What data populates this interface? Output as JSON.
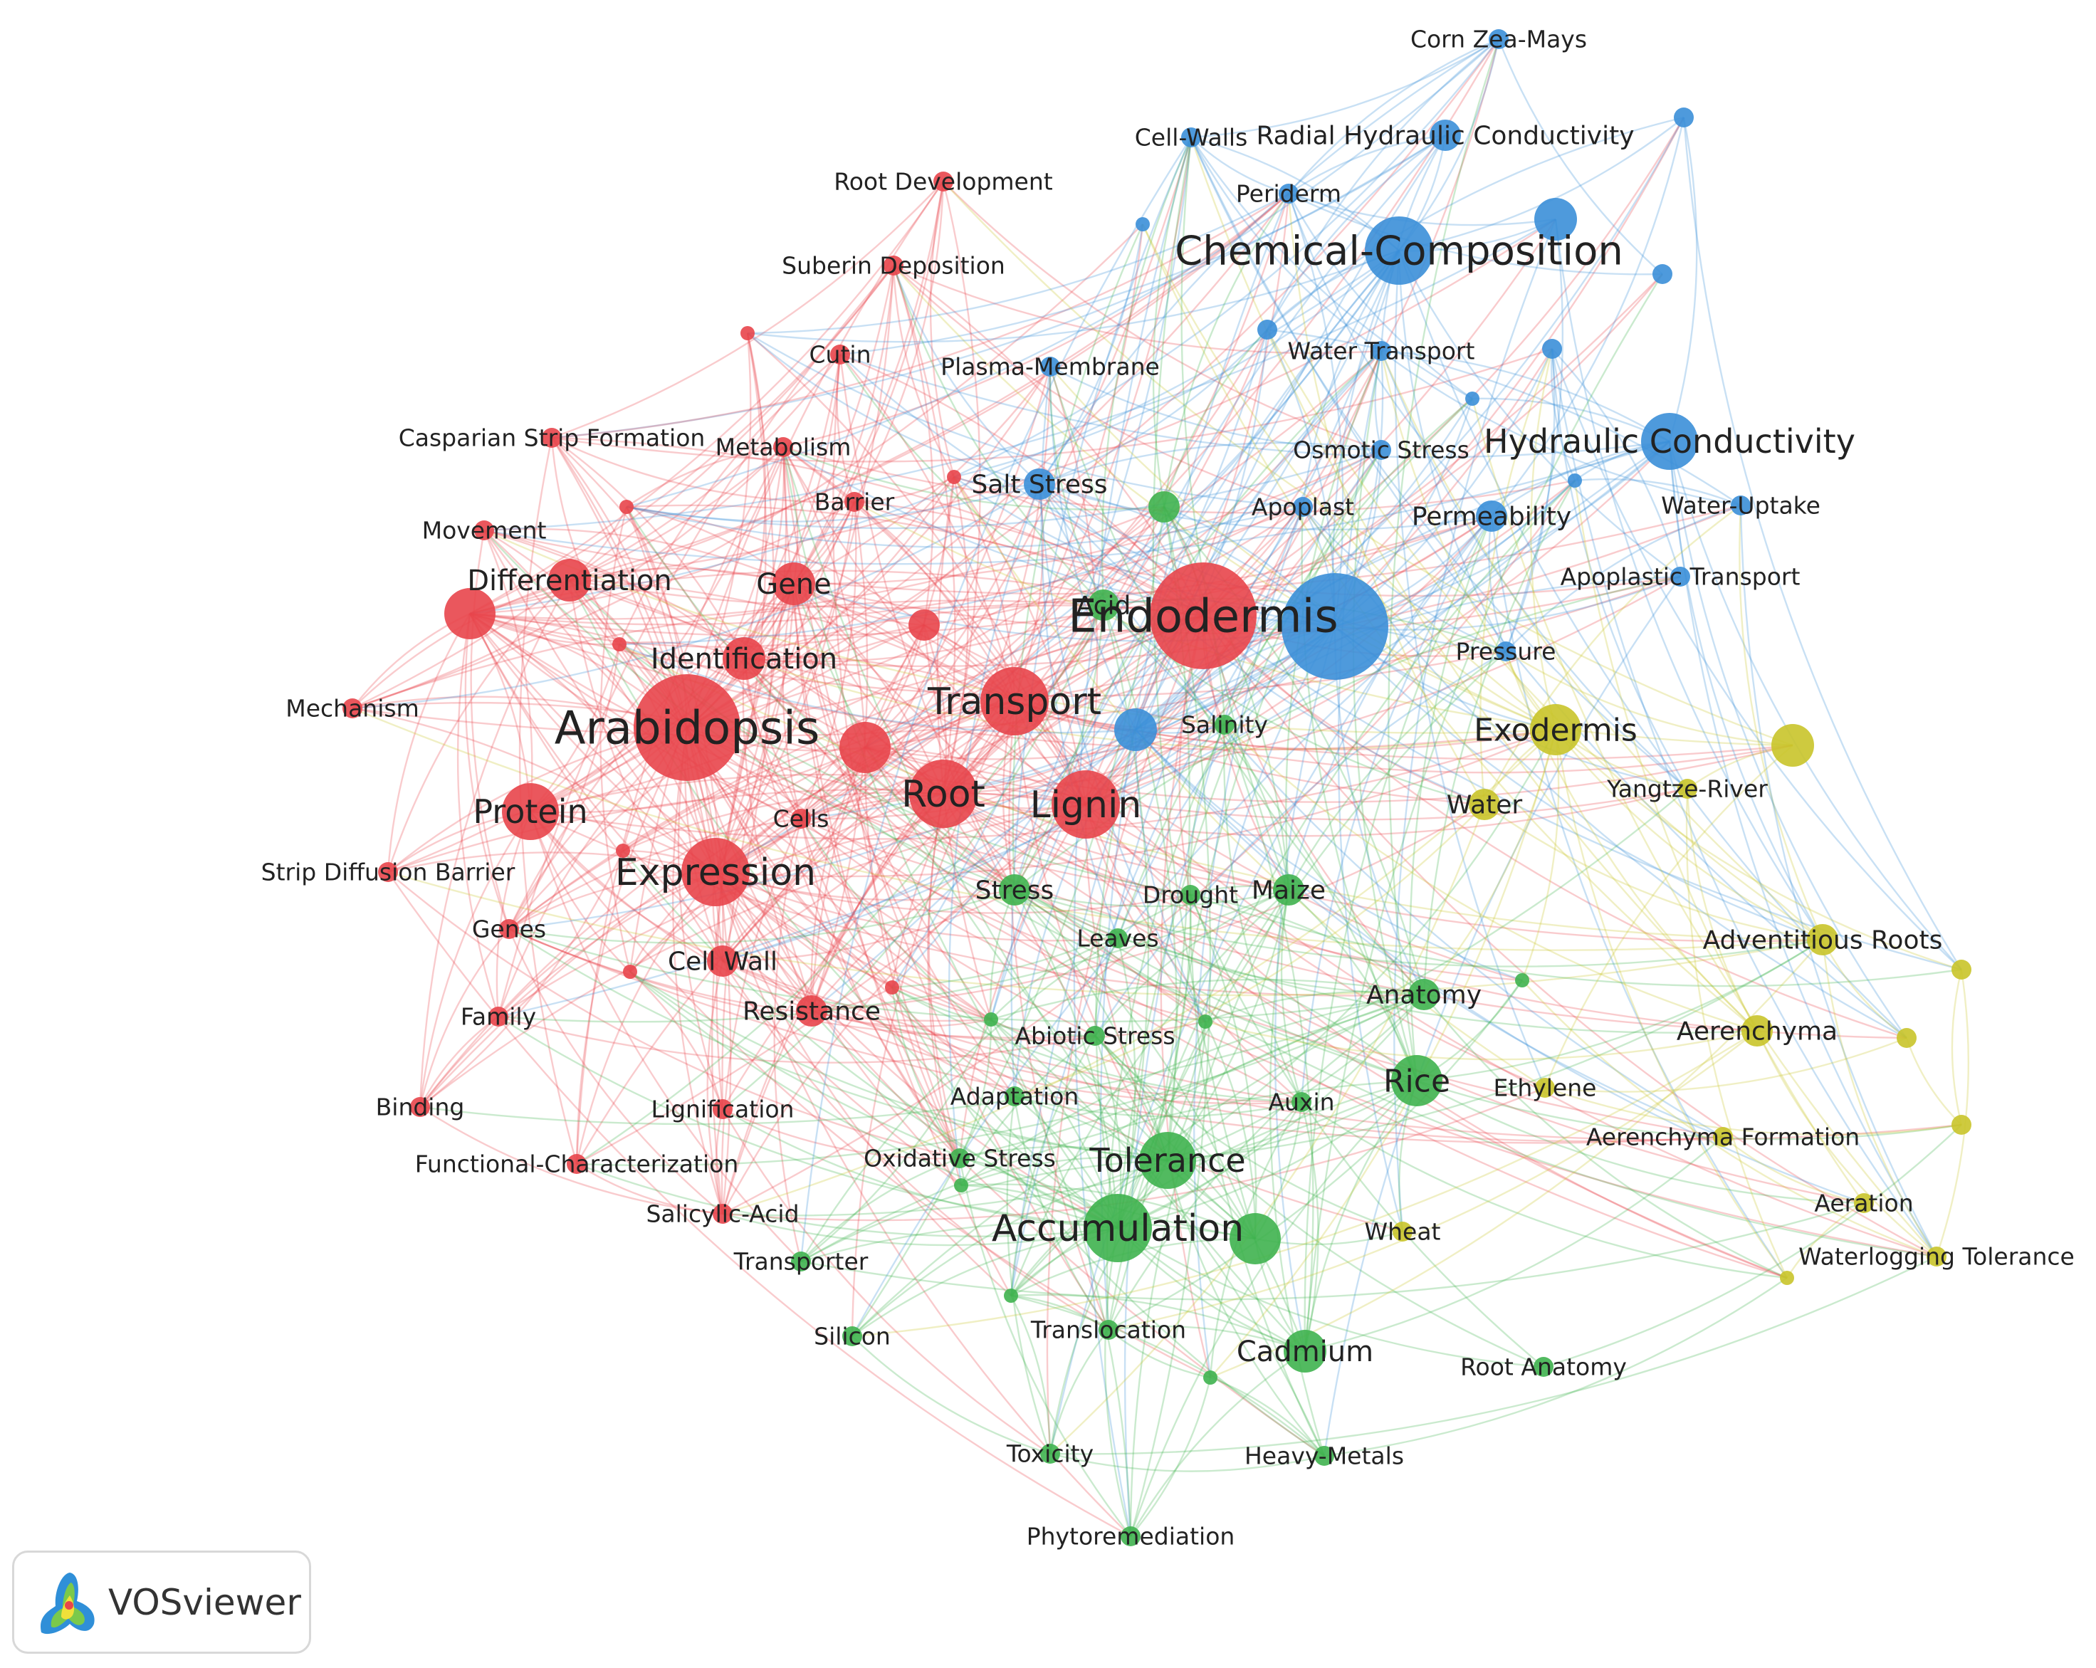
{
  "colors": {
    "red": "#e8454b",
    "blue": "#3b8fd8",
    "green": "#3fb34f",
    "yellow": "#c9c42a"
  },
  "logo": {
    "text": "VOSviewer",
    "icon": "vosviewer-logo-icon"
  },
  "nodes": [
    {
      "id": "endodermis",
      "label": "Endodermis",
      "cluster": "red",
      "weight": 10
    },
    {
      "id": "arabidopsis",
      "label": "Arabidopsis",
      "cluster": "red",
      "weight": 10
    },
    {
      "id": "transport",
      "label": "Transport",
      "cluster": "red",
      "weight": 7
    },
    {
      "id": "root",
      "label": "Root",
      "cluster": "red",
      "weight": 7
    },
    {
      "id": "lignin",
      "label": "Lignin",
      "cluster": "red",
      "weight": 7
    },
    {
      "id": "expression",
      "label": "Expression",
      "cluster": "red",
      "weight": 7
    },
    {
      "id": "protein",
      "label": "Protein",
      "cluster": "red",
      "weight": 6
    },
    {
      "id": "identification",
      "label": "Identification",
      "cluster": "red",
      "weight": 4
    },
    {
      "id": "gene",
      "label": "Gene",
      "cluster": "red",
      "weight": 4
    },
    {
      "id": "differentiation",
      "label": "Differentiation",
      "cluster": "red",
      "weight": 4
    },
    {
      "id": "red_unl1",
      "label": "",
      "cluster": "red",
      "weight": 5
    },
    {
      "id": "red_unl2",
      "label": "",
      "cluster": "red",
      "weight": 5
    },
    {
      "id": "red_unl3",
      "label": "",
      "cluster": "red",
      "weight": 3
    },
    {
      "id": "cells",
      "label": "Cells",
      "cluster": "red",
      "weight": 2
    },
    {
      "id": "cellwall",
      "label": "Cell Wall",
      "cluster": "red",
      "weight": 3
    },
    {
      "id": "resistance",
      "label": "Resistance",
      "cluster": "red",
      "weight": 3
    },
    {
      "id": "mechanism",
      "label": "Mechanism",
      "cluster": "red",
      "weight": 2
    },
    {
      "id": "movement",
      "label": "Movement",
      "cluster": "red",
      "weight": 2
    },
    {
      "id": "casparian",
      "label": "Casparian Strip Formation",
      "cluster": "red",
      "weight": 2
    },
    {
      "id": "metabolism",
      "label": "Metabolism",
      "cluster": "red",
      "weight": 2
    },
    {
      "id": "cutin",
      "label": "Cutin",
      "cluster": "red",
      "weight": 2
    },
    {
      "id": "barrier",
      "label": "Barrier",
      "cluster": "red",
      "weight": 2
    },
    {
      "id": "suberin",
      "label": "Suberin Deposition",
      "cluster": "red",
      "weight": 2
    },
    {
      "id": "rootdev",
      "label": "Root Development",
      "cluster": "red",
      "weight": 2
    },
    {
      "id": "stripdiff",
      "label": "Strip Diffusion Barrier",
      "cluster": "red",
      "weight": 2
    },
    {
      "id": "genes",
      "label": "Genes",
      "cluster": "red",
      "weight": 2
    },
    {
      "id": "family",
      "label": "Family",
      "cluster": "red",
      "weight": 2
    },
    {
      "id": "binding",
      "label": "Binding",
      "cluster": "red",
      "weight": 2
    },
    {
      "id": "lignification",
      "label": "Lignification",
      "cluster": "red",
      "weight": 2
    },
    {
      "id": "functional",
      "label": "Functional-Characterization",
      "cluster": "red",
      "weight": 2
    },
    {
      "id": "salicylic",
      "label": "Salicylic-Acid",
      "cluster": "red",
      "weight": 2
    },
    {
      "id": "red_unl4",
      "label": "",
      "cluster": "red",
      "weight": 1
    },
    {
      "id": "red_unl5",
      "label": "",
      "cluster": "red",
      "weight": 1
    },
    {
      "id": "red_unl6",
      "label": "",
      "cluster": "red",
      "weight": 1
    },
    {
      "id": "red_unl7",
      "label": "",
      "cluster": "red",
      "weight": 1
    },
    {
      "id": "red_unl8",
      "label": "",
      "cluster": "red",
      "weight": 1
    },
    {
      "id": "red_unl9",
      "label": "",
      "cluster": "red",
      "weight": 1
    },
    {
      "id": "red_unl10",
      "label": "",
      "cluster": "red",
      "weight": 1
    },
    {
      "id": "chemical",
      "label": "Chemical-Composition",
      "cluster": "blue",
      "weight": 8
    },
    {
      "id": "blue_big",
      "label": "",
      "cluster": "blue",
      "weight": 10
    },
    {
      "id": "hydraulic",
      "label": "Hydraulic Conductivity",
      "cluster": "blue",
      "weight": 6
    },
    {
      "id": "radial",
      "label": "Radial Hydraulic Conductivity",
      "cluster": "blue",
      "weight": 3
    },
    {
      "id": "cellwalls",
      "label": "Cell-Walls",
      "cluster": "blue",
      "weight": 2
    },
    {
      "id": "corn",
      "label": "Corn Zea-Mays",
      "cluster": "blue",
      "weight": 2
    },
    {
      "id": "periderm",
      "label": "Periderm",
      "cluster": "blue",
      "weight": 2
    },
    {
      "id": "watertransport",
      "label": "Water Transport",
      "cluster": "blue",
      "weight": 2
    },
    {
      "id": "plasma",
      "label": "Plasma-Membrane",
      "cluster": "blue",
      "weight": 2
    },
    {
      "id": "osmotic",
      "label": "Osmotic Stress",
      "cluster": "blue",
      "weight": 2
    },
    {
      "id": "saltstress",
      "label": "Salt Stress",
      "cluster": "blue",
      "weight": 3
    },
    {
      "id": "apoplast",
      "label": "Apoplast",
      "cluster": "blue",
      "weight": 2
    },
    {
      "id": "permeability",
      "label": "Permeability",
      "cluster": "blue",
      "weight": 3
    },
    {
      "id": "wateruptake",
      "label": "Water-Uptake",
      "cluster": "blue",
      "weight": 2
    },
    {
      "id": "apoplastic",
      "label": "Apoplastic Transport",
      "cluster": "blue",
      "weight": 2
    },
    {
      "id": "pressure",
      "label": "Pressure",
      "cluster": "blue",
      "weight": 2
    },
    {
      "id": "blue_salinity",
      "label": "",
      "cluster": "blue",
      "weight": 4
    },
    {
      "id": "blue_unl1",
      "label": "",
      "cluster": "blue",
      "weight": 4
    },
    {
      "id": "blue_unl2",
      "label": "",
      "cluster": "blue",
      "weight": 2
    },
    {
      "id": "blue_unl3",
      "label": "",
      "cluster": "blue",
      "weight": 2
    },
    {
      "id": "blue_unl4",
      "label": "",
      "cluster": "blue",
      "weight": 2
    },
    {
      "id": "blue_unl5",
      "label": "",
      "cluster": "blue",
      "weight": 2
    },
    {
      "id": "blue_unl6",
      "label": "",
      "cluster": "blue",
      "weight": 1
    },
    {
      "id": "blue_unl7",
      "label": "",
      "cluster": "blue",
      "weight": 1
    },
    {
      "id": "blue_unl8",
      "label": "",
      "cluster": "blue",
      "weight": 1
    },
    {
      "id": "accumulation",
      "label": "Accumulation",
      "cluster": "green",
      "weight": 7
    },
    {
      "id": "tolerance",
      "label": "Tolerance",
      "cluster": "green",
      "weight": 6
    },
    {
      "id": "green_unl1",
      "label": "",
      "cluster": "green",
      "weight": 5
    },
    {
      "id": "rice",
      "label": "Rice",
      "cluster": "green",
      "weight": 5
    },
    {
      "id": "cadmium",
      "label": "Cadmium",
      "cluster": "green",
      "weight": 4
    },
    {
      "id": "stress",
      "label": "Stress",
      "cluster": "green",
      "weight": 3
    },
    {
      "id": "maize",
      "label": "Maize",
      "cluster": "green",
      "weight": 3
    },
    {
      "id": "anatomy",
      "label": "Anatomy",
      "cluster": "green",
      "weight": 3
    },
    {
      "id": "acid",
      "label": "Acid",
      "cluster": "green",
      "weight": 3
    },
    {
      "id": "salinity",
      "label": "Salinity",
      "cluster": "green",
      "weight": 2
    },
    {
      "id": "drought",
      "label": "Drought",
      "cluster": "green",
      "weight": 2
    },
    {
      "id": "leaves",
      "label": "Leaves",
      "cluster": "green",
      "weight": 2
    },
    {
      "id": "abiotic",
      "label": "Abiotic Stress",
      "cluster": "green",
      "weight": 2
    },
    {
      "id": "adaptation",
      "label": "Adaptation",
      "cluster": "green",
      "weight": 2
    },
    {
      "id": "auxin",
      "label": "Auxin",
      "cluster": "green",
      "weight": 2
    },
    {
      "id": "oxidative",
      "label": "Oxidative Stress",
      "cluster": "green",
      "weight": 2
    },
    {
      "id": "transporter",
      "label": "Transporter",
      "cluster": "green",
      "weight": 2
    },
    {
      "id": "silicon",
      "label": "Silicon",
      "cluster": "green",
      "weight": 2
    },
    {
      "id": "translocation",
      "label": "Translocation",
      "cluster": "green",
      "weight": 2
    },
    {
      "id": "toxicity",
      "label": "Toxicity",
      "cluster": "green",
      "weight": 2
    },
    {
      "id": "heavymetals",
      "label": "Heavy-Metals",
      "cluster": "green",
      "weight": 2
    },
    {
      "id": "phyto",
      "label": "Phytoremediation",
      "cluster": "green",
      "weight": 2
    },
    {
      "id": "rootanatomy",
      "label": "Root Anatomy",
      "cluster": "green",
      "weight": 2
    },
    {
      "id": "green_unl2",
      "label": "",
      "cluster": "green",
      "weight": 3
    },
    {
      "id": "green_unl3",
      "label": "",
      "cluster": "green",
      "weight": 1
    },
    {
      "id": "green_unl4",
      "label": "",
      "cluster": "green",
      "weight": 1
    },
    {
      "id": "green_unl5",
      "label": "",
      "cluster": "green",
      "weight": 1
    },
    {
      "id": "green_unl6",
      "label": "",
      "cluster": "green",
      "weight": 1
    },
    {
      "id": "green_unl7",
      "label": "",
      "cluster": "green",
      "weight": 1
    },
    {
      "id": "green_unl8",
      "label": "",
      "cluster": "green",
      "weight": 1
    },
    {
      "id": "exodermis",
      "label": "Exodermis",
      "cluster": "yellow",
      "weight": 5
    },
    {
      "id": "yellow_big",
      "label": "",
      "cluster": "yellow",
      "weight": 4
    },
    {
      "id": "water",
      "label": "Water",
      "cluster": "yellow",
      "weight": 3
    },
    {
      "id": "yangtze",
      "label": "Yangtze-River",
      "cluster": "yellow",
      "weight": 2
    },
    {
      "id": "adventitious",
      "label": "Adventitious Roots",
      "cluster": "yellow",
      "weight": 3
    },
    {
      "id": "aerenchyma",
      "label": "Aerenchyma",
      "cluster": "yellow",
      "weight": 3
    },
    {
      "id": "aerenchymaform",
      "label": "Aerenchyma Formation",
      "cluster": "yellow",
      "weight": 2
    },
    {
      "id": "aeration",
      "label": "Aeration",
      "cluster": "yellow",
      "weight": 2
    },
    {
      "id": "waterlogging",
      "label": "Waterlogging Tolerance",
      "cluster": "yellow",
      "weight": 2
    },
    {
      "id": "wheat",
      "label": "Wheat",
      "cluster": "yellow",
      "weight": 2
    },
    {
      "id": "ethylene",
      "label": "Ethylene",
      "cluster": "yellow",
      "weight": 2
    },
    {
      "id": "yellow_unl1",
      "label": "",
      "cluster": "yellow",
      "weight": 2
    },
    {
      "id": "yellow_unl2",
      "label": "",
      "cluster": "yellow",
      "weight": 2
    },
    {
      "id": "yellow_unl3",
      "label": "",
      "cluster": "yellow",
      "weight": 2
    },
    {
      "id": "yellow_unl4",
      "label": "",
      "cluster": "yellow",
      "weight": 1
    }
  ]
}
